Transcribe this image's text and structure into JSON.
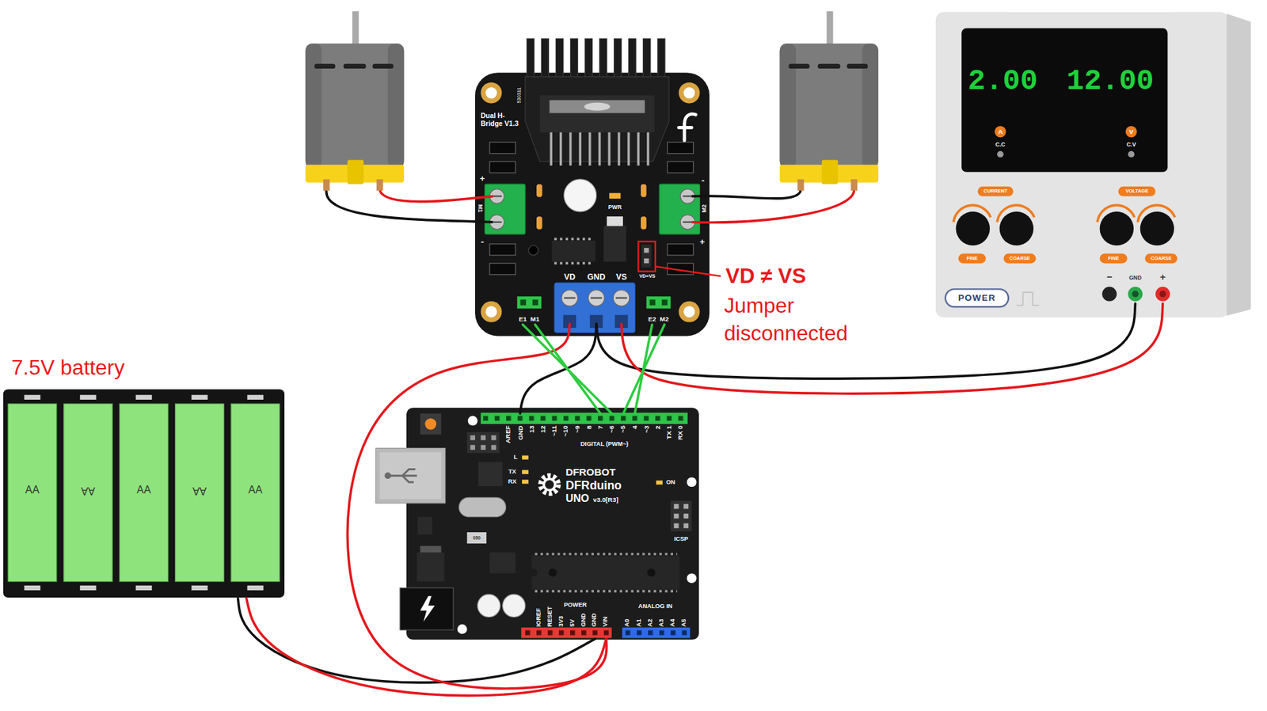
{
  "diagram": {
    "nodes": [
      {
        "text": [
          "Dual H-Bridge V1.3"
        ]
      },
      {
        "text": [
          "VD"
        ],
        "in": 0
      },
      {
        "text": [
          "GND"
        ],
        "in": 0
      },
      {
        "text": [
          "VS"
        ],
        "in": 0
      },
      {
        "text": [
          "E1"
        ],
        "in": 0
      },
      {
        "text": [
          "M1"
        ],
        "in": 0
      },
      {
        "text": [
          "E2"
        ],
        "in": 0
      },
      {
        "text": [
          "M2"
        ],
        "in": 0
      },
      {
        "text": [
          "POWER"
        ]
      },
      {
        "text": [
          "GND"
        ],
        "in": 8
      },
      {
        "text": [
          "+"
        ],
        "in": 8
      },
      {
        "text": [
          "7.5V battery"
        ]
      },
      {
        "text": [
          "DFROBOT",
          "DFRduino",
          "UNO",
          "v3.0[R3]"
        ]
      },
      {
        "text": [
          "GND"
        ],
        "in": 12
      },
      {
        "text": [
          "7"
        ],
        "in": 12
      },
      {
        "text": [
          "~6"
        ],
        "in": 12
      },
      {
        "text": [
          "~5"
        ],
        "in": 12
      },
      {
        "text": [
          "4"
        ],
        "in": 12
      },
      {
        "text": [
          "GND"
        ],
        "in": 12
      },
      {
        "text": [
          "VIN"
        ],
        "in": 12
      }
    ],
    "edges": [
      {
        "from": 11,
        "to": 18,
        "arrow": "none"
      },
      {
        "from": 11,
        "to": 19,
        "arrow": "none"
      },
      {
        "from": 1,
        "to": 19,
        "arrow": "none"
      },
      {
        "from": 2,
        "to": 13,
        "arrow": "none"
      },
      {
        "from": 9,
        "to": 2,
        "arrow": "none"
      },
      {
        "from": 10,
        "to": 3,
        "arrow": "none"
      },
      {
        "from": 4,
        "to": 15,
        "arrow": "none"
      },
      {
        "from": 5,
        "to": 14,
        "arrow": "none"
      },
      {
        "from": 6,
        "to": 17,
        "arrow": "none"
      },
      {
        "from": 7,
        "to": 16,
        "arrow": "none"
      }
    ],
    "labels": [
      "530311",
      "PWR",
      "VD=VS",
      "M1",
      "M2",
      "+",
      "-",
      "-",
      "+",
      "VD ≠ VS",
      "Jumper disconnected",
      "2.00",
      "12.00",
      "A",
      "C.C",
      "V",
      "C.V",
      "CURRENT",
      "FINE",
      "COARSE",
      "VOLTAGE",
      "FINE",
      "COARSE",
      "−",
      "AA",
      "AA",
      "AA",
      "AA",
      "AA",
      "AREF",
      "13",
      "12",
      "~11",
      "~10",
      "~9",
      "8",
      "~3",
      "2",
      "TX 1",
      "RX 0",
      "DIGITAL (PWM~)",
      "L",
      "TX",
      "RX",
      "ON",
      "ICSP",
      "050",
      "POWER",
      "IOREF",
      "RESET",
      "3V3",
      "5V",
      "GND",
      "ANALOG IN",
      "A0",
      "A1",
      "A2",
      "A3",
      "A4",
      "A5"
    ]
  }
}
